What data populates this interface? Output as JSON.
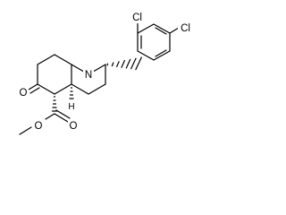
{
  "structure": {
    "atoms": {
      "chlorine_ortho": "Cl",
      "chlorine_para": "Cl",
      "ring_nitrogen": "N",
      "ketone_oxygen": "O",
      "carbonyl_oxygen": "O",
      "ester_oxygen": "O",
      "ring_fusion_hydrogen": "H"
    }
  }
}
